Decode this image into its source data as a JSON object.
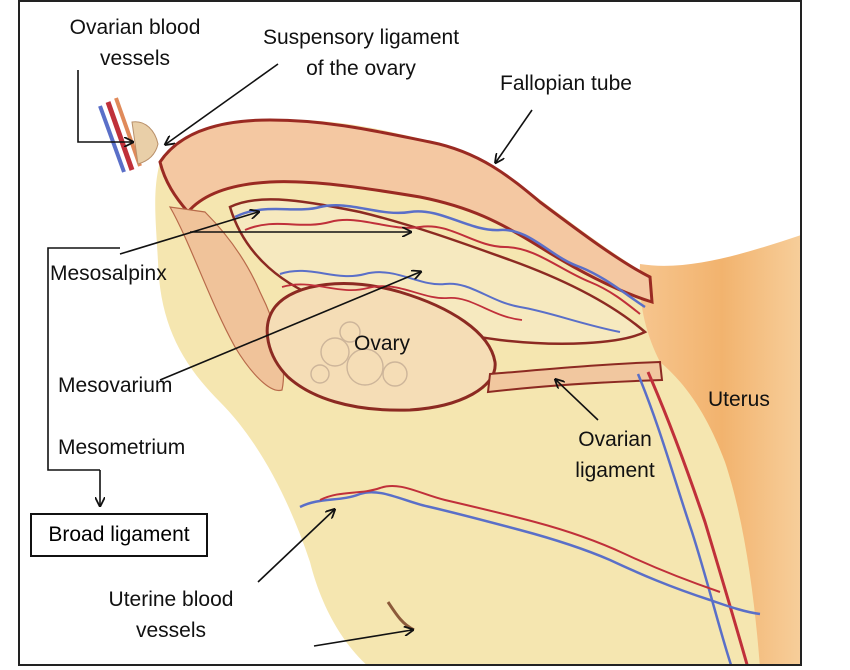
{
  "labels": {
    "ovarian_blood_vessels": [
      "Ovarian blood",
      "vessels"
    ],
    "suspensory_ligament": [
      "Suspensory ligament",
      "of the ovary"
    ],
    "fallopian_tube": "Fallopian tube",
    "mesosalpinx": "Mesosalpinx",
    "ovary": "Ovary",
    "mesovarium": "Mesovarium",
    "mesometrium": "Mesometrium",
    "broad_ligament": "Broad ligament",
    "uterus": "Uterus",
    "ovarian_ligament": [
      "Ovarian",
      "ligament"
    ],
    "uterine_blood_vessels": [
      "Uterine blood",
      "vessels"
    ]
  },
  "colors": {
    "tissue": "#f5e6b0",
    "tissue_pink": "#f4c3a0",
    "tube_outline": "#9a2a22",
    "vessel_red": "#c0303a",
    "vessel_blue": "#5a6fc8",
    "uterus": "#f0b878",
    "arrow": "#111111"
  }
}
